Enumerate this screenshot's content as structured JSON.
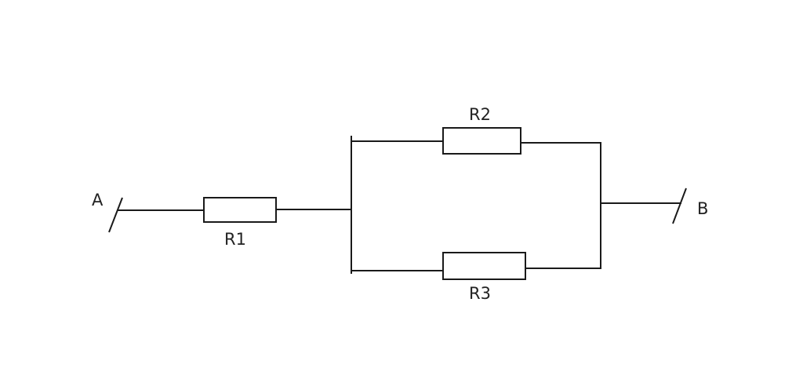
{
  "diagram": {
    "terminals": {
      "a": "A",
      "b": "B"
    },
    "resistors": {
      "r1": "R1",
      "r2": "R2",
      "r3": "R3"
    }
  }
}
